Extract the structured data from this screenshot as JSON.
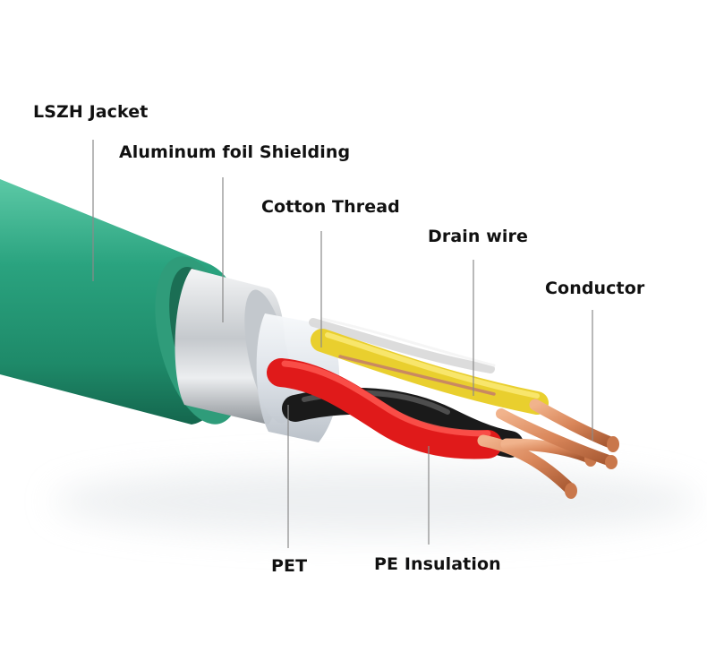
{
  "diagram": {
    "labels": {
      "lszh_jacket": "LSZH Jacket",
      "aluminum_foil": "Aluminum foil Shielding",
      "cotton_thread": "Cotton Thread",
      "drain_wire": "Drain wire",
      "conductor": "Conductor",
      "pet": "PET",
      "pe_insulation": "PE Insulation"
    },
    "colors": {
      "jacket": "#2aa37f",
      "jacket_dark": "#1c7f60",
      "foil": "#d9dcdf",
      "pet": "#eef2f6",
      "red_insulation": "#e01a1a",
      "black_insulation": "#1a1a1a",
      "yellow_insulation": "#f2dc3c",
      "copper": "#d9865a",
      "leader_line": "#8a8a8a"
    }
  }
}
